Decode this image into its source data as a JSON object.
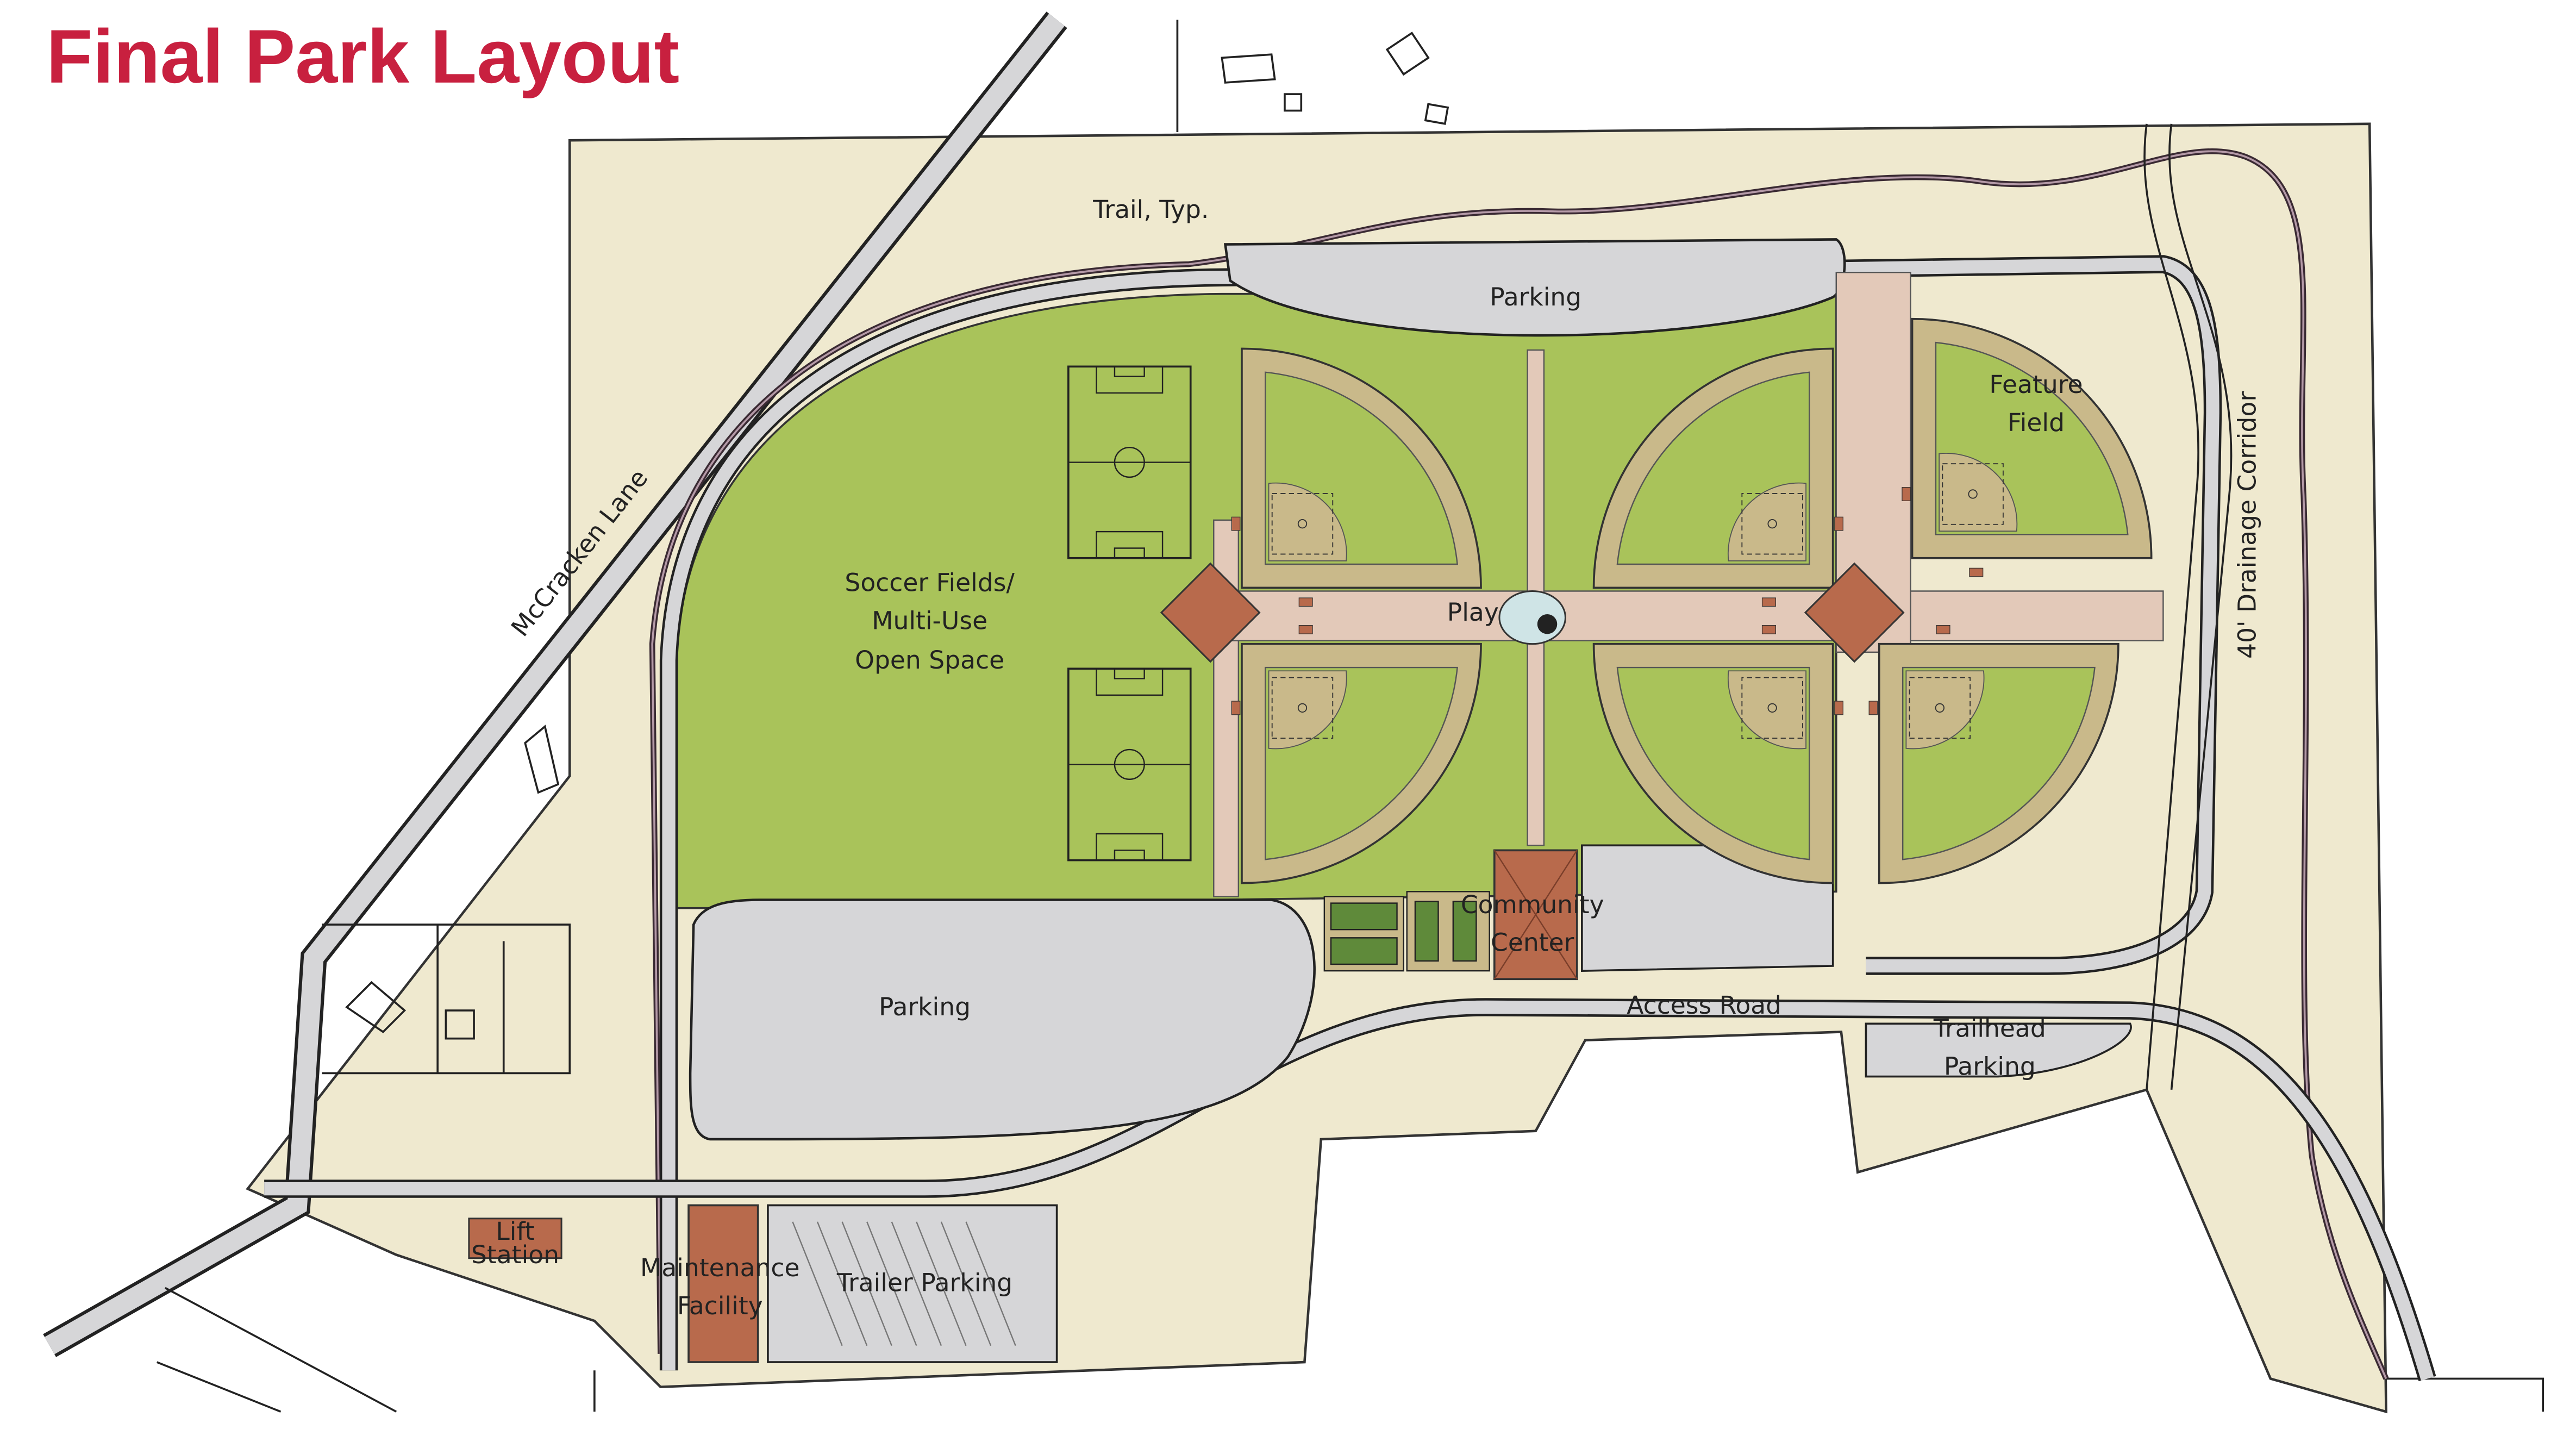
{
  "title": "Final Park Layout",
  "colors": {
    "title": "#c8203f",
    "site": "#efe9cf",
    "grass": "#a9c35a",
    "infield": "#c9b98a",
    "pavement": "#d6d6d8",
    "building": "#b86a4c",
    "plaza": "#e3c9b9",
    "trail": "#8a6b7c"
  },
  "labels": {
    "trail": "Trail, Typ.",
    "parking_north": "Parking",
    "feature_field_1": "Feature",
    "feature_field_2": "Field",
    "drainage": "40' Drainage Corridor",
    "street": "McCracken Lane",
    "soccer_1": "Soccer Fields/",
    "soccer_2": "Multi-Use",
    "soccer_3": "Open Space",
    "play": "Play",
    "community_1": "Community",
    "community_2": "Center",
    "parking_south": "Parking",
    "access_road": "Access Road",
    "trailhead_1": "Trailhead",
    "trailhead_2": "Parking",
    "lift_1": "Lift",
    "lift_2": "Station",
    "maintenance_1": "Maintenance",
    "maintenance_2": "Facility",
    "trailer_parking": "Trailer Parking"
  }
}
